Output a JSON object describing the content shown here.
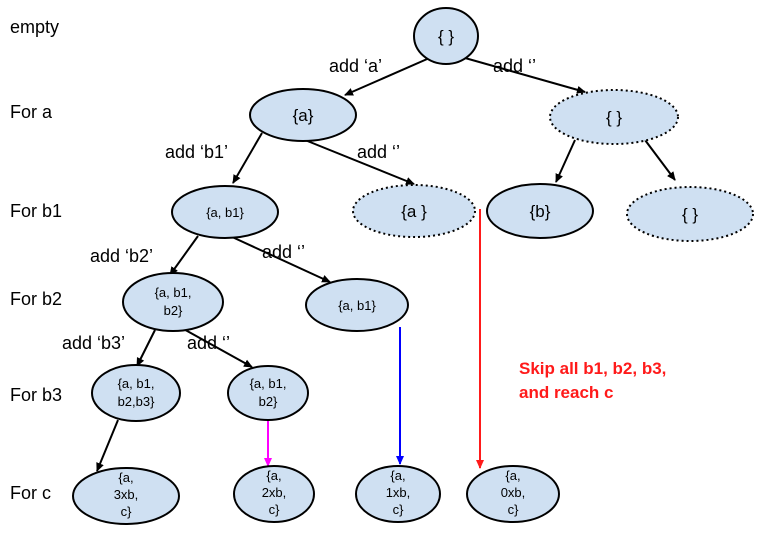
{
  "row_labels": [
    "empty",
    "For a",
    "For b1",
    "For b2",
    "For b3",
    "For c"
  ],
  "nodes": {
    "root": [
      "{ }"
    ],
    "a": [
      "{a}"
    ],
    "skip_a": [
      "{ }"
    ],
    "ab1": [
      "{a, b1}"
    ],
    "a_only": [
      "{a }"
    ],
    "b": [
      "{b}"
    ],
    "empty2": [
      "{ }"
    ],
    "ab1b2": [
      "{a, b1,",
      "b2}"
    ],
    "ab1_2": [
      "{a, b1}"
    ],
    "ab1b2b3": [
      "{a, b1,",
      "b2,b3}"
    ],
    "ab1b2_3": [
      "{a, b1,",
      "b2}"
    ],
    "c3": [
      "{a,",
      "3xb,",
      "c}"
    ],
    "c2": [
      "{a,",
      "2xb,",
      "c}"
    ],
    "c1": [
      "{a,",
      "1xb,",
      "c}"
    ],
    "c0": [
      "{a,",
      "0xb,",
      "c}"
    ]
  },
  "edge_labels": {
    "add_a": "add ‘a’",
    "add_empty_1": "add ‘’",
    "add_b1": "add ‘b1’",
    "add_empty_2": "add ‘’",
    "add_b2": "add ‘b2’",
    "add_empty_3": "add ‘’",
    "add_b3": "add ‘b3’",
    "add_empty_4": "add ‘’"
  },
  "note": [
    "Skip all b1, b2, b3,",
    "and reach c"
  ],
  "colors": {
    "node_fill": "#cfe0f2",
    "node_stroke": "#000000",
    "edge_black": "#000000",
    "edge_magenta": "#ff00ff",
    "edge_blue": "#0000ff",
    "edge_red": "#ff1a1a",
    "note_text": "#ff1a1a"
  }
}
